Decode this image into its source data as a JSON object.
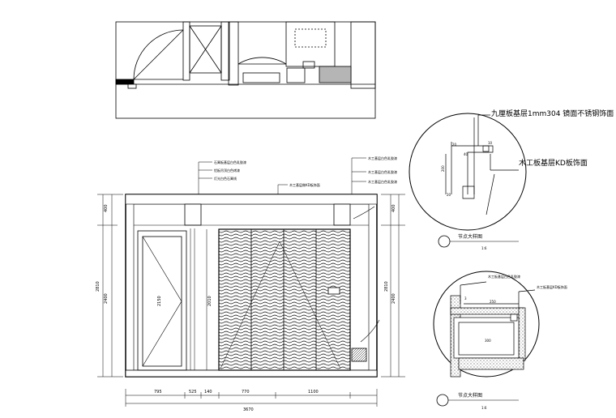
{
  "callouts": {
    "top_left": [
      "石膏板基层白色乳胶漆",
      "铝板吊顶白色烤漆",
      "灯光白色石膏线"
    ],
    "top_right": [
      "木工基层白色乳胶漆",
      "木工基层白色乳胶漆",
      "木工基层白色乳胶漆"
    ],
    "top_mid": "木工基层做KD板饰面"
  },
  "elevation_dims": {
    "bottom": [
      "795",
      "525",
      "140",
      "770",
      "1100"
    ],
    "bottom_total": "3670",
    "left": [
      "400",
      "2400"
    ],
    "left_total": "2810",
    "right": [
      "400",
      "2400"
    ],
    "right_total": "2810",
    "inner": [
      "2150",
      "2010"
    ]
  },
  "detail1": {
    "label_a": "九厘板基层1mm304 镜面不锈钢饰面",
    "label_b": "木工板基层KD板饰面",
    "dims": [
      "40",
      "20",
      "10",
      "20",
      "200"
    ],
    "title": "节点大样图",
    "scale": "1:6"
  },
  "detail2": {
    "label_a": "木工板基层白色乳胶漆",
    "label_b": "木工板基层KD板饰面",
    "dims": [
      "250",
      "300",
      "3"
    ],
    "title": "节点大样图",
    "scale": "1:6"
  }
}
